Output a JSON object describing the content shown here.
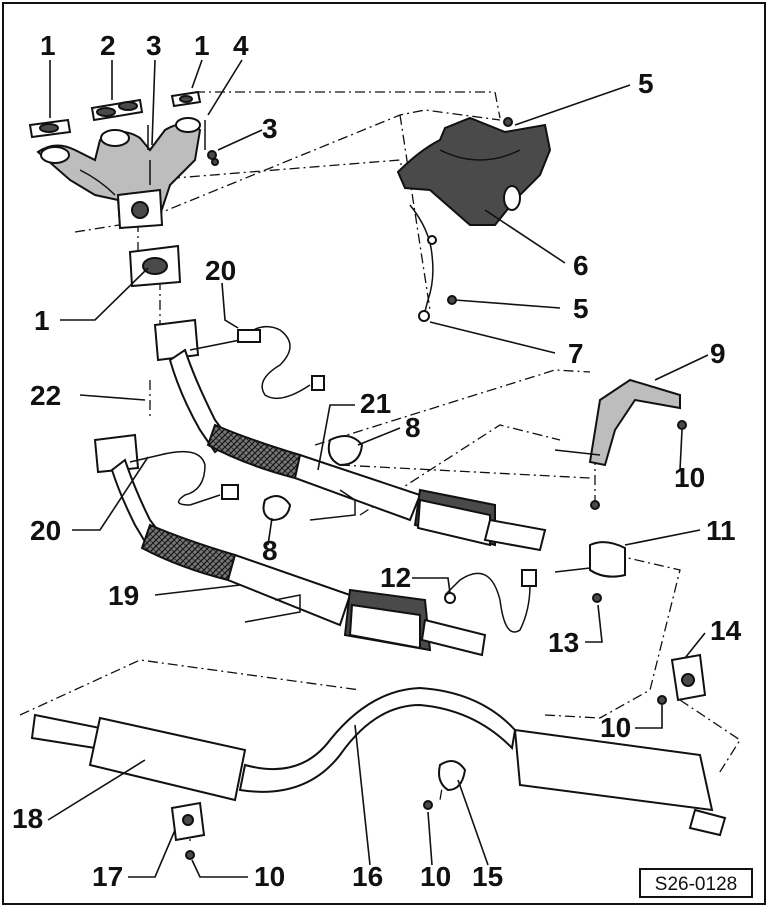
{
  "callouts": {
    "c1a": "1",
    "c2": "2",
    "c3a": "3",
    "c1b": "1",
    "c4": "4",
    "c3b": "3",
    "c5a": "5",
    "c6": "6",
    "c5b": "5",
    "c7": "7",
    "c1c": "1",
    "c20a": "20",
    "c22": "22",
    "c21": "21",
    "c8a": "8",
    "c9": "9",
    "c10a": "10",
    "c20b": "20",
    "c8b": "8",
    "c11": "11",
    "c12": "12",
    "c19": "19",
    "c13": "13",
    "c14": "14",
    "c10b": "10",
    "c18": "18",
    "c17": "17",
    "c10c": "10",
    "c16": "16",
    "c10d": "10",
    "c15": "15"
  },
  "figure_ref": "S26-0128",
  "colors": {
    "ink": "#111111",
    "shading": "#4a4a4a",
    "background": "#ffffff"
  }
}
